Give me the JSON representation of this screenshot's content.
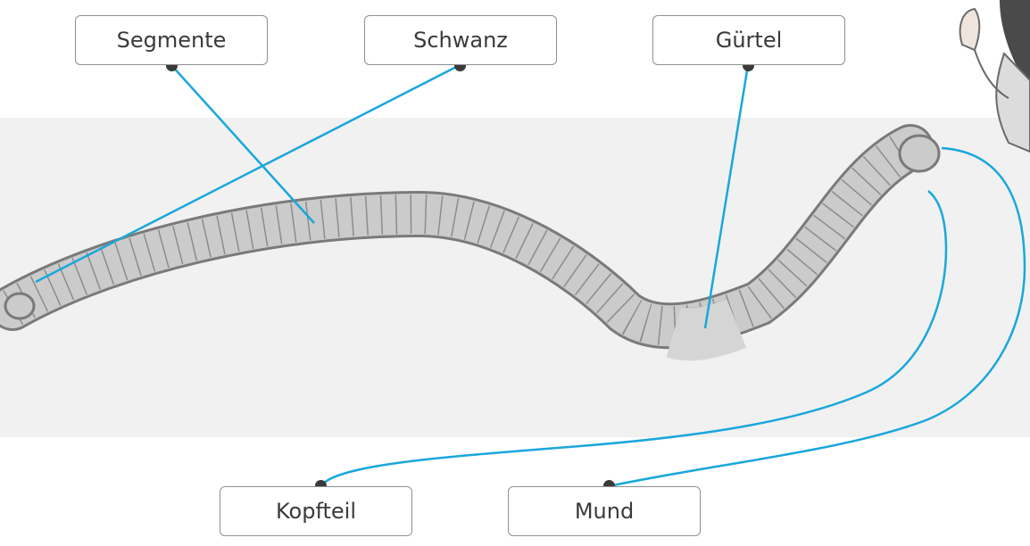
{
  "labels": {
    "segmente": "Segmente",
    "schwanz": "Schwanz",
    "guertel": "Gürtel",
    "kopfteil": "Kopfteil",
    "mund": "Mund"
  },
  "colors": {
    "leader_line": "#1aa7dc",
    "dot": "#3a3a3a",
    "box_border": "#8f8f8f",
    "worm_body": "#c9c9c9",
    "worm_shadow": "#8a8a8a",
    "clitellum": "#e6e6e6",
    "background_band": "#f1f1f1"
  }
}
